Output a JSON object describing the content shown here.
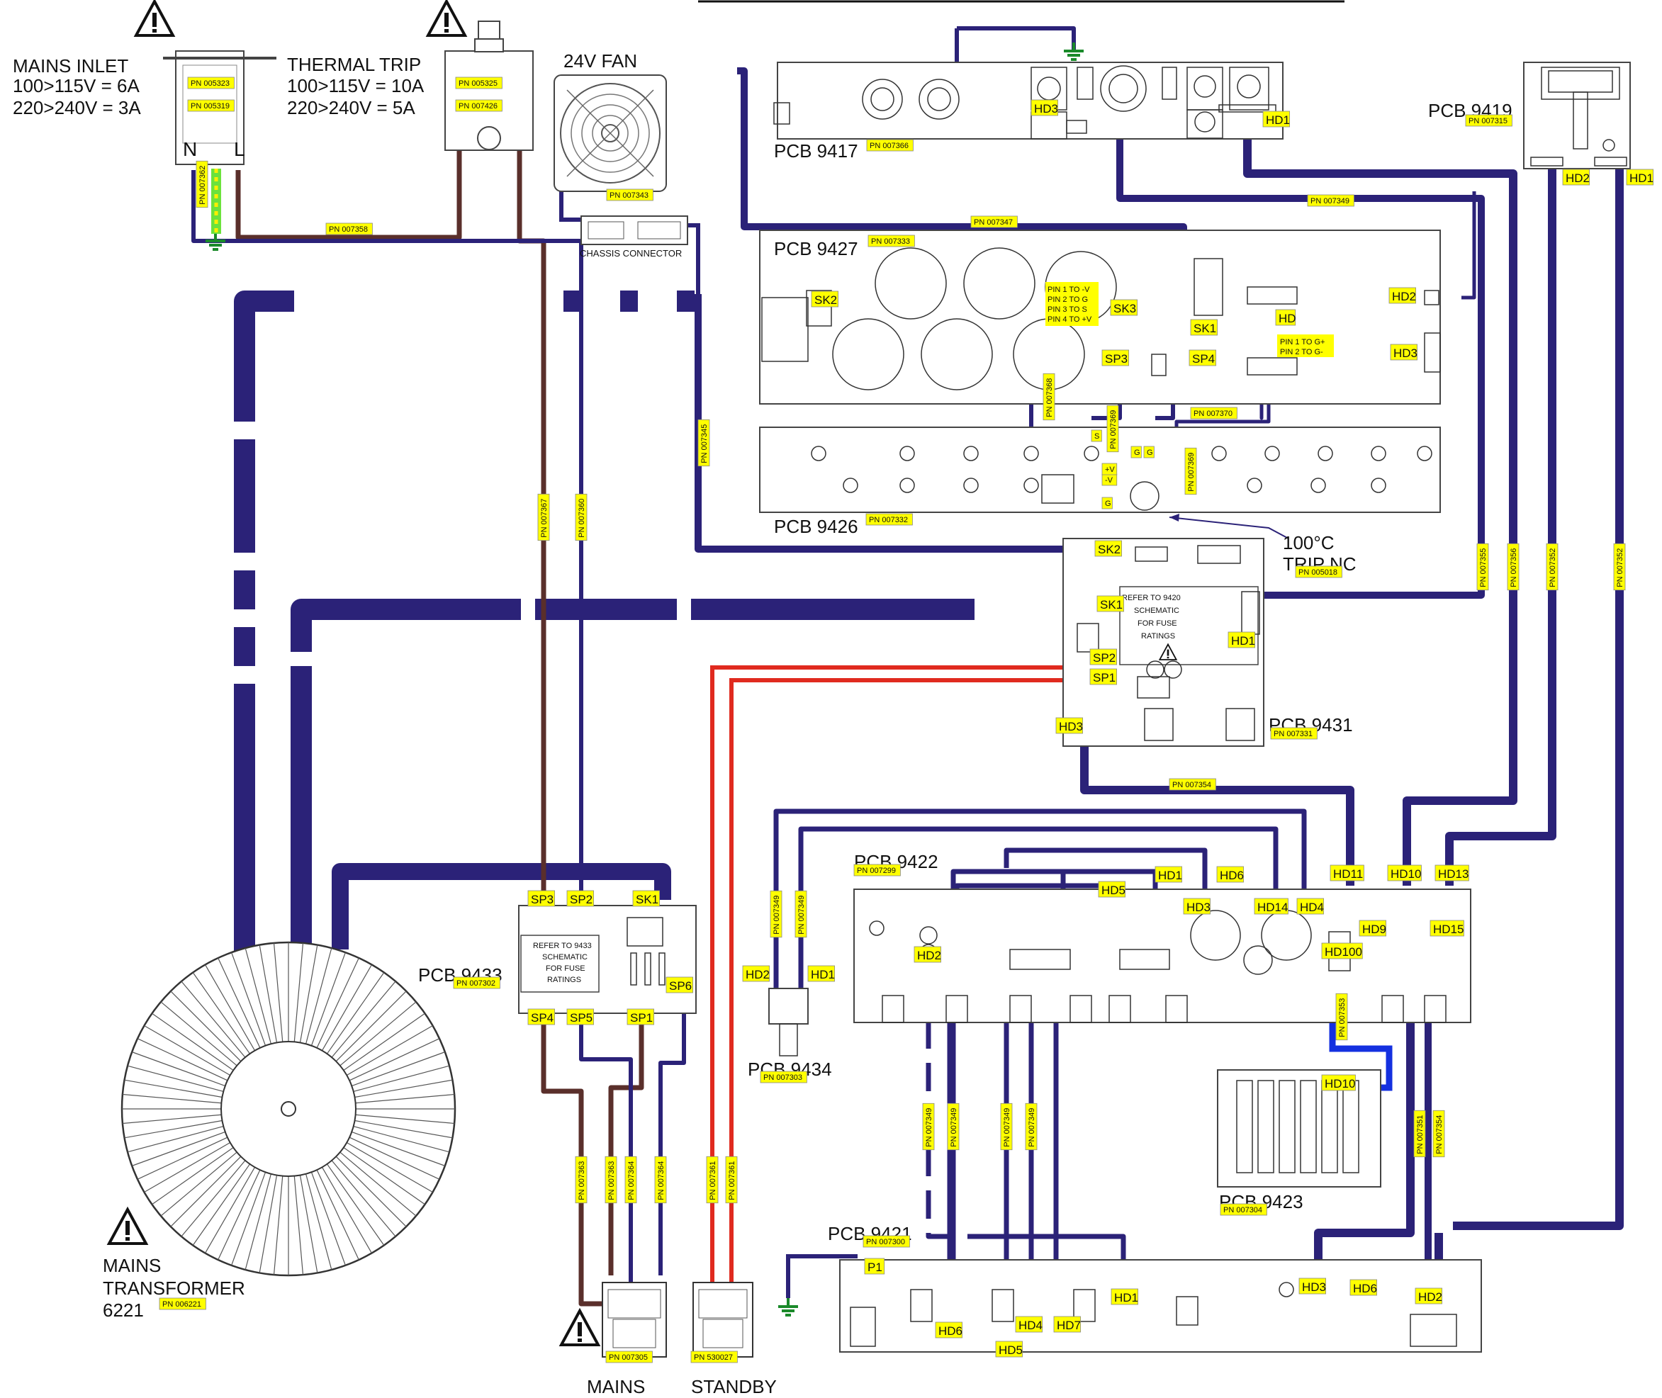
{
  "colors": {
    "wire_main": "#2b2278",
    "wire_mains": "#5a2f2b",
    "wire_red": "#e02a1f",
    "wire_blue": "#1430e0",
    "tag_fill": "#ffff00",
    "earth": "#1a8a2a"
  },
  "components": {
    "mains_inlet": {
      "title": "MAINS INLET",
      "line1": "100>115V = 6A",
      "line2": "220>240V = 3A",
      "pn1": "PN 005323",
      "pn2": "PN 005319",
      "n": "N",
      "l": "L"
    },
    "thermal_trip": {
      "title": "THERMAL TRIP",
      "line1": "100>115V = 10A",
      "line2": "220>240V = 5A",
      "pn1": "PN 005325",
      "pn2": "PN 007426"
    },
    "fan": {
      "title": "24V FAN",
      "pn": "PN 007343",
      "chassis": "CHASSIS CONNECTOR"
    },
    "transformer": {
      "l1": "MAINS",
      "l2": "TRANSFORMER",
      "l3": "6221",
      "pn": "PN 006221"
    },
    "switch_mains": {
      "label": "MAINS",
      "pn": "PN 007305"
    },
    "switch_standby": {
      "label": "STANDBY",
      "pn": "PN 530027"
    },
    "trip": {
      "l1": "100°C",
      "l2": "TRIP NC",
      "pn": "PN 005018"
    }
  },
  "pcbs": {
    "p9417": {
      "name": "PCB 9417",
      "pn": "PN 007366"
    },
    "p9427": {
      "name": "PCB 9427",
      "pn": "PN 007333"
    },
    "p9426": {
      "name": "PCB 9426",
      "pn": "PN 007332"
    },
    "p9419": {
      "name": "PCB 9419",
      "pn": "PN 007315"
    },
    "p9431": {
      "name": "PCB 9431",
      "pn": "PN 007331"
    },
    "p9433": {
      "name": "PCB 9433",
      "pn": "PN 007302"
    },
    "p9434": {
      "name": "PCB 9434",
      "pn": "PN 007303"
    },
    "p9422": {
      "name": "PCB 9422",
      "pn": "PN 007299"
    },
    "p9423": {
      "name": "PCB 9423",
      "pn": "PN 007304"
    },
    "p9421": {
      "name": "PCB 9421",
      "pn": "PN 007300"
    }
  },
  "notes": {
    "sk3": [
      "PIN 1 TO -V",
      "PIN 2 TO G",
      "PIN 3 TO S",
      "PIN 4 TO +V"
    ],
    "hd": [
      "PIN 1 TO G+",
      "PIN 2 TO G-"
    ],
    "fuse9420": [
      "REFER TO 9420",
      "SCHEMATIC",
      "FOR FUSE",
      "RATINGS"
    ],
    "fuse9433": [
      "REFER TO 9433",
      "SCHEMATIC",
      "FOR FUSE",
      "RATINGS"
    ]
  },
  "cable_tags": {
    "c358": "PN 007358",
    "c362": "PN 007362",
    "c347": "PN 007347",
    "c349a": "PN 007349",
    "c345": "PN 007345",
    "c367": "PN 007367",
    "c360": "PN 007360",
    "c368": "PN 007368",
    "c369a": "PN 007369",
    "c369b": "PN 007369",
    "c370": "PN 007370",
    "c355": "PN 007355",
    "c356": "PN 007356",
    "c352a": "PN 007352",
    "c352b": "PN 007352",
    "c354a": "PN 007354",
    "c349b": "PN 007349",
    "c349c": "PN 007349",
    "c349d": "PN 007349",
    "c349e": "PN 007349",
    "c349f": "PN 007349",
    "c349g": "PN 007349",
    "c353": "PN 007353",
    "c351": "PN 007351",
    "c354b": "PN 007354",
    "c363a": "PN 007363",
    "c363b": "PN 007363",
    "c364a": "PN 007364",
    "c364b": "PN 007364",
    "c361a": "PN 007361",
    "c361b": "PN 007361"
  },
  "connectors": {
    "hd3_9417": "HD3",
    "hd1_9417": "HD1",
    "hd2_9419": "HD2",
    "hd1_9419": "HD1",
    "sk2_9427": "SK2",
    "sk3_9427": "SK3",
    "sk1_9427": "SK1",
    "hd2_9427": "HD2",
    "hd_9427": "HD",
    "hd3_9427": "HD3",
    "sp3_9427": "SP3",
    "sp4_9427": "SP4",
    "s_9426": "S",
    "v_minus": "-V",
    "v_plus": "+V",
    "g1": "G",
    "g2": "G",
    "g3": "G",
    "sk2_9431": "SK2",
    "sk1_9431": "SK1",
    "hd1_9431": "HD1",
    "sp2_9431": "SP2",
    "sp1_9431": "SP1",
    "hd3_9431": "HD3",
    "sp3_9433": "SP3",
    "sp2_9433": "SP2",
    "sk1_9433": "SK1",
    "sp6_9433": "SP6",
    "sp4_9433": "SP4",
    "sp5_9433": "SP5",
    "sp1_9433": "SP1",
    "hd2_9434": "HD2",
    "hd1_9434": "HD1",
    "hd5_9422": "HD5",
    "hd1_9422": "HD1",
    "hd6_9422": "HD6",
    "hd3_9422": "HD3",
    "hd14_9422": "HD14",
    "hd4_9422": "HD4",
    "hd11_9422": "HD11",
    "hd10_9422": "HD10",
    "hd13_9422": "HD13",
    "hd9_9422": "HD9",
    "hd15_9422": "HD15",
    "hd100_9422": "HD100",
    "hd2_9422": "HD2",
    "hd10_9423": "HD10",
    "p1_9421": "P1",
    "hd6_9421": "HD6",
    "hd5_9421": "HD5",
    "hd4_9421": "HD4",
    "hd7_9421": "HD7",
    "hd1_9421": "HD1",
    "hd3_9421": "HD3",
    "hd6b_9421": "HD6",
    "hd2_9421": "HD2"
  }
}
